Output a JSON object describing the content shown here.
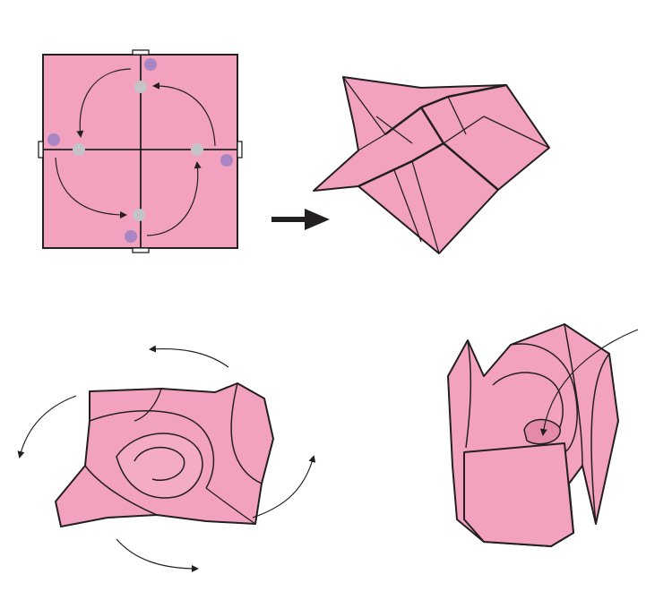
{
  "colors": {
    "paper_pink": "#f2a2bf",
    "paper_pink_dark": "#e48aaa",
    "outline": "#231f20",
    "reference_dot_gray": "#c3c3c8",
    "reference_dot_purple": "#a985c4",
    "background": "#ffffff"
  },
  "steps": [
    {
      "name": "square-with-creases",
      "icon": "origami-square"
    },
    {
      "name": "twisted-base",
      "icon": "origami-twist"
    },
    {
      "name": "rose-opening",
      "icon": "origami-rose-top"
    },
    {
      "name": "finished-rose",
      "icon": "origami-rose-side"
    }
  ]
}
